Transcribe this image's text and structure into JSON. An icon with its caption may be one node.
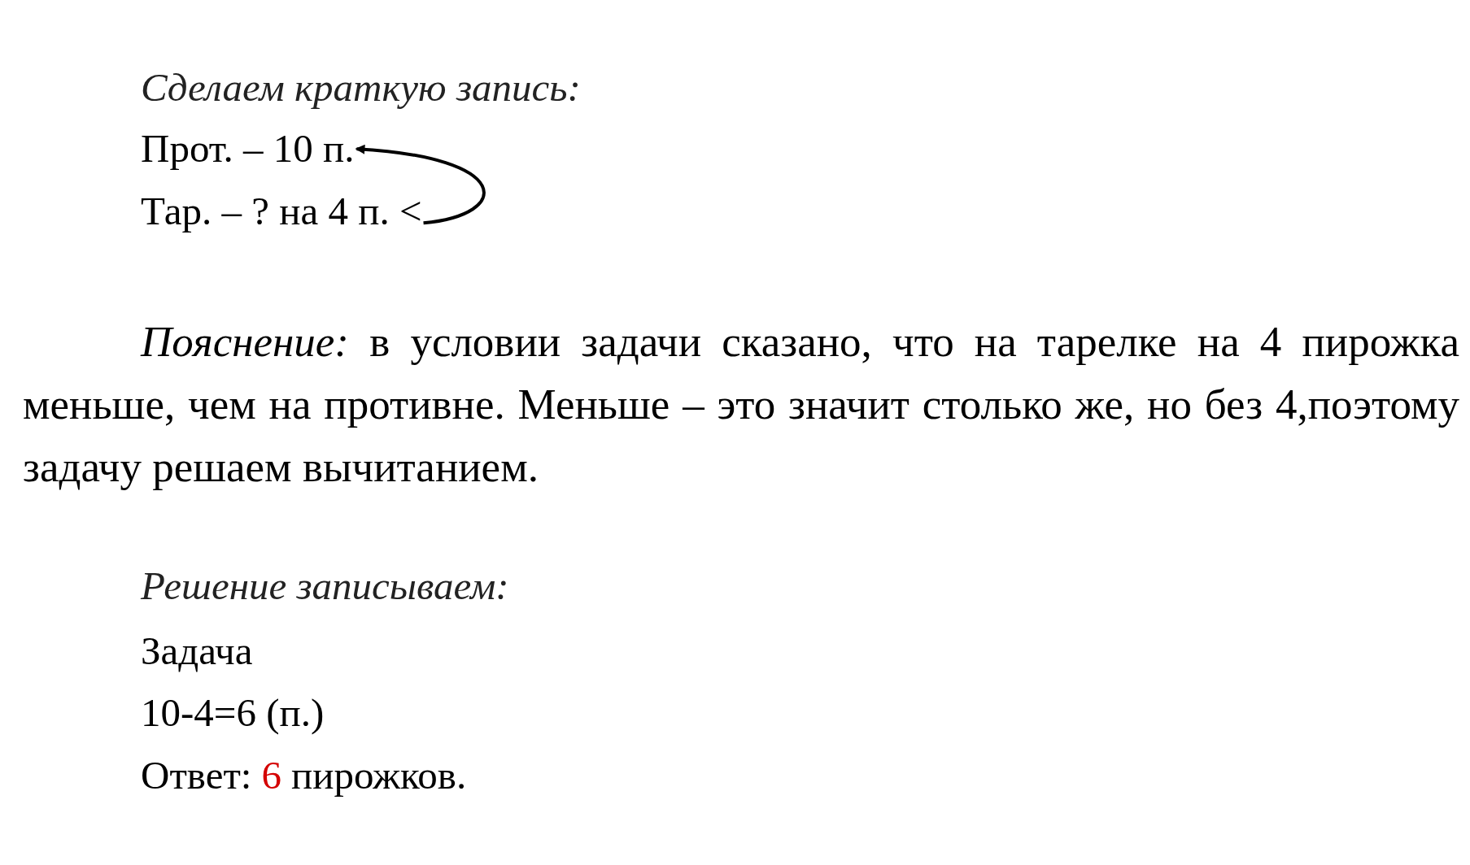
{
  "diagram": {
    "nodes": [
      {
        "text": [
          "Прот. – 10 п."
        ]
      },
      {
        "text": [
          "Тар. – ? на 4 п. <"
        ]
      }
    ],
    "edges": [
      {
        "from": 1,
        "to": 0,
        "arrow": "to"
      }
    ],
    "labels": [
      "Сделаем краткую запись:",
      "*Пояснение:* в условии задачи сказано, что на тарелке на 4 пирожка меньше, чем на противне. Меньше – это значит столько же, но без 4,поэтому задачу решаем вычитанием.",
      "Решение записываем:",
      "Задача",
      "10-4=6 (п.)",
      "Ответ:",
      "6",
      "пирожков."
    ]
  }
}
